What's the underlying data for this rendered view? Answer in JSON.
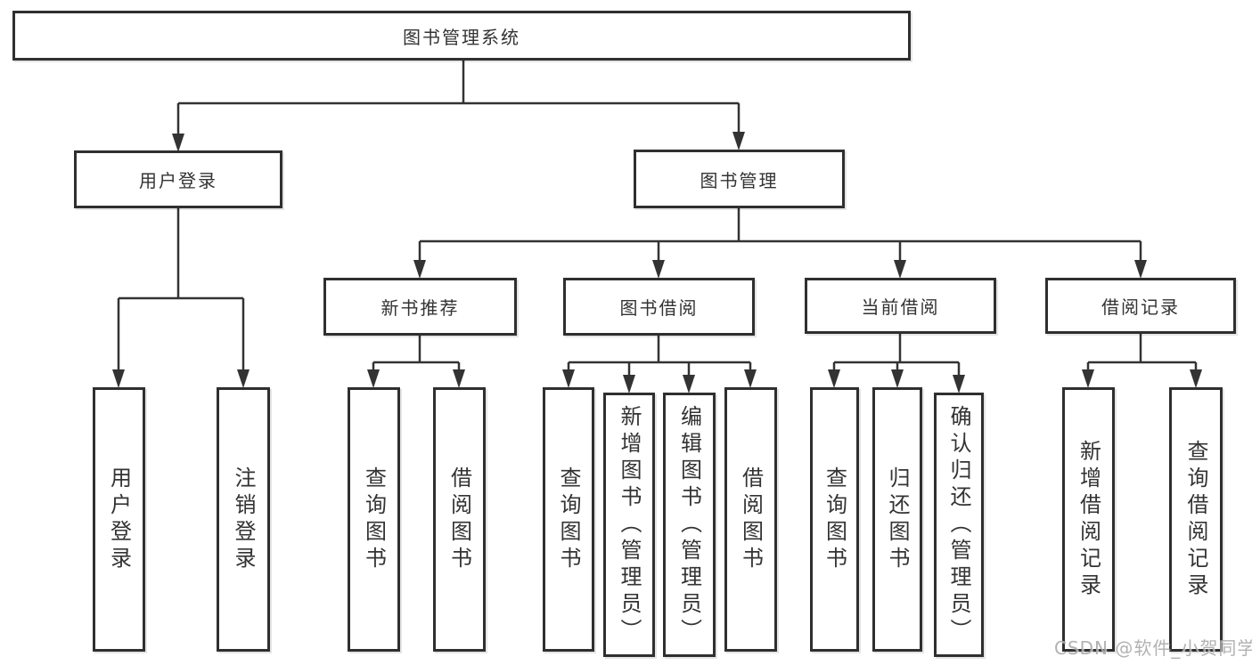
{
  "tree": {
    "root": {
      "label": "图书管理系统",
      "children": [
        {
          "label": "用户登录",
          "children": [
            {
              "label": "用户登录"
            },
            {
              "label": "注销登录"
            }
          ]
        },
        {
          "label": "图书管理",
          "children": [
            {
              "label": "新书推荐",
              "children": [
                {
                  "label": "查询图书"
                },
                {
                  "label": "借阅图书"
                }
              ]
            },
            {
              "label": "图书借阅",
              "children": [
                {
                  "label": "查询图书"
                },
                {
                  "label": "新增图书（管理员）"
                },
                {
                  "label": "编辑图书（管理员）"
                },
                {
                  "label": "借阅图书"
                }
              ]
            },
            {
              "label": "当前借阅",
              "children": [
                {
                  "label": "查询图书"
                },
                {
                  "label": "归还图书"
                },
                {
                  "label": "确认归还（管理员）"
                }
              ]
            },
            {
              "label": "借阅记录",
              "children": [
                {
                  "label": "新增借阅记录"
                },
                {
                  "label": "查询借阅记录"
                }
              ]
            }
          ]
        }
      ]
    }
  },
  "watermark": {
    "text": "CSDN @软件_小贺同学"
  },
  "colors": {
    "line": "#333333",
    "border": "#2f2f2f",
    "text": "#333333",
    "background": "#ffffff",
    "watermark": "#a4a4a6"
  }
}
